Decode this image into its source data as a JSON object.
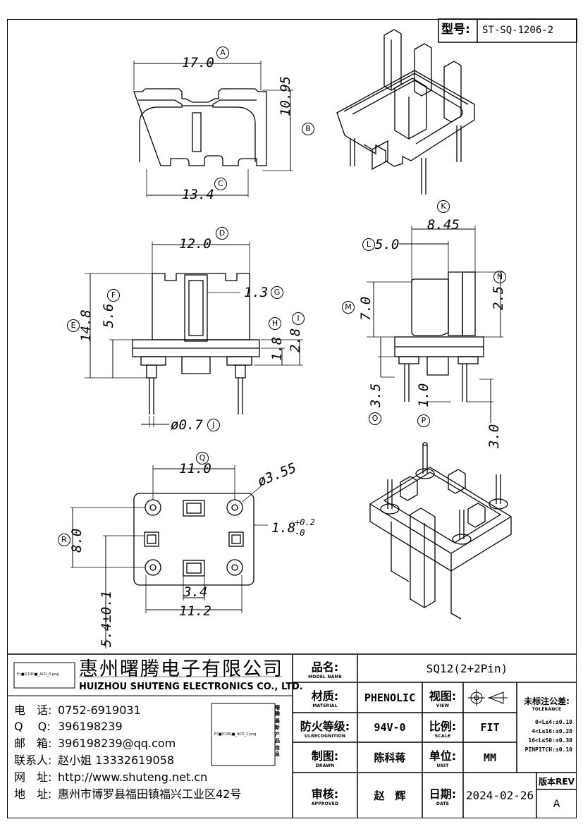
{
  "model_box": {
    "label": "型号:",
    "value": "ST-SQ-1206-2"
  },
  "dims": {
    "A": {
      "letter": "A",
      "value": "17.0"
    },
    "B": {
      "letter": "B",
      "value": "10.95"
    },
    "C": {
      "letter": "C",
      "value": "13.4"
    },
    "D": {
      "letter": "D",
      "value": "12.0"
    },
    "E": {
      "letter": "E",
      "value": "14.8"
    },
    "F": {
      "letter": "F",
      "value": "5.6"
    },
    "G": {
      "letter": "G",
      "value": "1.3"
    },
    "H": {
      "letter": "H",
      "value": "1.8"
    },
    "I": {
      "letter": "I",
      "value": "2.8"
    },
    "J": {
      "letter": "J",
      "value": "ø0.7"
    },
    "K": {
      "letter": "K",
      "value": "8.45"
    },
    "L": {
      "letter": "L",
      "value": "5.0"
    },
    "M": {
      "letter": "M",
      "value": "7.0"
    },
    "N": {
      "letter": "N",
      "value": "2.5"
    },
    "O": {
      "letter": "O",
      "value": "3.5"
    },
    "P": {
      "letter": "P",
      "value": "1.0"
    },
    "Q": {
      "letter": "Q",
      "value": "11.0"
    },
    "R": {
      "letter": "R",
      "value": "8.0"
    },
    "pitch2": "3.0",
    "pad_dia": "ø3.55",
    "tol_base": "1.8",
    "tol_upper": "+0.2",
    "tol_lower": "-0",
    "slot": "3.4",
    "bottom_width": "11.2",
    "offset": "5.4±0.1"
  },
  "company": {
    "logo_path": "F:\\■\\CDR\\■_ACD_0.png",
    "name_cn": "惠州曙腾电子有限公司",
    "name_en": "HUIZHOU SHUTENG ELECTRONICS CO., LTD.",
    "stamp_path": "F:\\■\\CDR\\■_ACD_1.png",
    "stamp_side": "曙腾最新产品信息",
    "contacts": [
      {
        "key": "电　话:",
        "value": "0752-6919031"
      },
      {
        "key": "Q　 Q:",
        "value": "396198239"
      },
      {
        "key": "邮　箱:",
        "value": "396198239@qq.com"
      },
      {
        "key": "联系人:",
        "value": "赵小姐 13332619058"
      },
      {
        "key": "网　址:",
        "value": "http://www.shuteng.net.cn"
      },
      {
        "key": "地　址:",
        "value": "惠州市博罗县福田镇福兴工业区42号"
      }
    ]
  },
  "title_block": {
    "name_label": "品名:",
    "name_sub": "MODEL NAME",
    "name_value": "SQ12(2+2Pin)",
    "material_label": "材质:",
    "material_sub": "MATERIAL",
    "material_value": "PHENOLIC",
    "view_label": "视图:",
    "view_sub": "VIEW",
    "fire_label": "防火等级:",
    "fire_sub": "ULRECOGNITION",
    "fire_value": "94V-0",
    "scale_label": "比例:",
    "scale_sub": "SCALE",
    "scale_value": "FIT",
    "drawn_label": "制图:",
    "drawn_sub": "DRAWN",
    "drawn_value": "陈科蒋",
    "unit_label": "单位:",
    "unit_sub": "UNIT",
    "unit_value": "MM",
    "approved_label": "审核:",
    "approved_sub": "APPROVED",
    "approved_value": "赵　辉",
    "date_label": "日期:",
    "date_sub": "DATE",
    "date_value": "2024-02-26",
    "tol_title": "未标注公差:",
    "tol_sub": "TOLERANCE",
    "tol_rows": [
      "0<L≤4:±0.10",
      "4<L≤16:±0.20",
      "16<L≤50:±0.30",
      "PINPITCH:±0.10"
    ],
    "rev_label": "版本REV",
    "rev_value": "A"
  }
}
